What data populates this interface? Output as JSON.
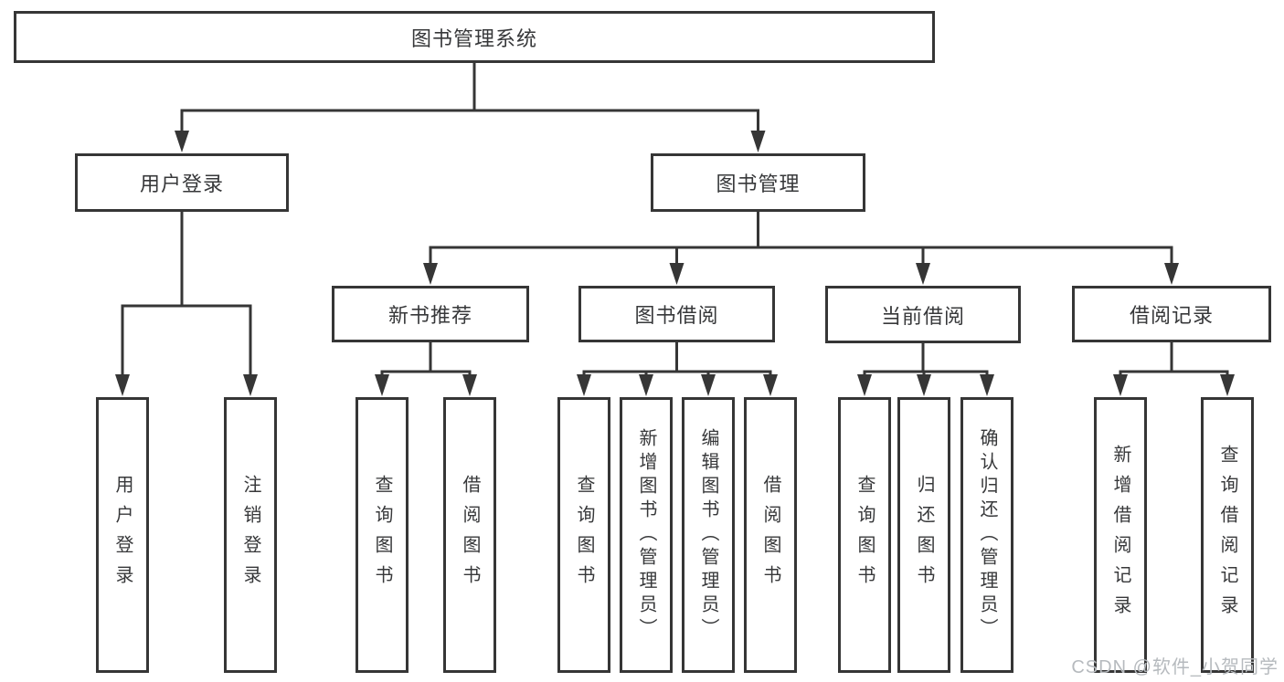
{
  "diagram": {
    "type": "hierarchy-tree",
    "levels": 4
  },
  "nodes": {
    "root": {
      "label": "图书管理系统"
    },
    "user_login": {
      "label": "用户登录"
    },
    "book_mgmt": {
      "label": "图书管理"
    },
    "new_book_rec": {
      "label": "新书推荐"
    },
    "book_borrow": {
      "label": "图书借阅"
    },
    "current_borrow": {
      "label": "当前借阅"
    },
    "borrow_record": {
      "label": "借阅记录"
    },
    "leaf_user_login": {
      "label": "用户登录"
    },
    "leaf_logout": {
      "label": "注销登录"
    },
    "leaf_query_book_1": {
      "label": "查询图书"
    },
    "leaf_borrow_book_1": {
      "label": "借阅图书"
    },
    "leaf_query_book_2": {
      "label": "查询图书"
    },
    "leaf_add_book": {
      "label": "新增图书（管理员）"
    },
    "leaf_edit_book": {
      "label": "编辑图书（管理员）"
    },
    "leaf_borrow_book_2": {
      "label": "借阅图书"
    },
    "leaf_query_book_3": {
      "label": "查询图书"
    },
    "leaf_return_book": {
      "label": "归还图书"
    },
    "leaf_confirm_return": {
      "label": "确认归还（管理员）"
    },
    "leaf_add_borrow_record": {
      "label": "新增借阅记录"
    },
    "leaf_query_borrow_record": {
      "label": "查询借阅记录"
    }
  },
  "watermark": {
    "text": "CSDN @软件_小贺同学"
  },
  "colors": {
    "line": "#363636",
    "box_border": "#363636",
    "text": "#37383a",
    "watermark": "#b6babe",
    "background": "#ffffff"
  }
}
